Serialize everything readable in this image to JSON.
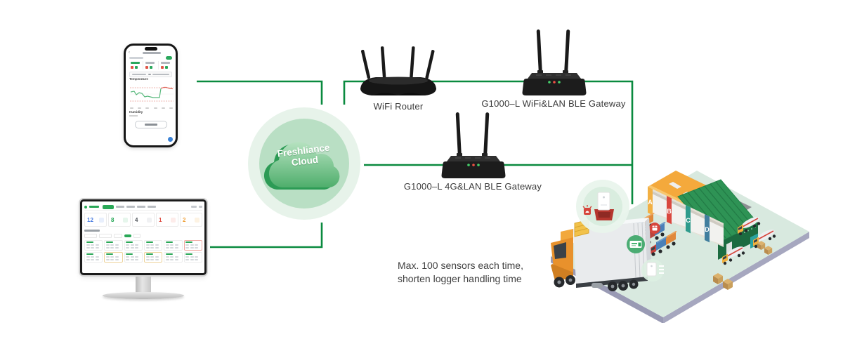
{
  "colors": {
    "connector": "#0a8a3f"
  },
  "cloud": {
    "line1": "Freshliance",
    "line2": "Cloud"
  },
  "devices": {
    "wifi_router": "WiFi Router",
    "gateway_wifi": "G1000–L WiFi&LAN BLE Gateway",
    "gateway_4g": "G1000–L 4G&LAN BLE Gateway"
  },
  "caption": {
    "line1": "Max. 100 sensors each time,",
    "line2": "shorten logger handling time"
  },
  "phone_app": {
    "temperature_label": "Temperature",
    "humidity_label": "Humidity"
  },
  "dashboard": {
    "stats": [
      {
        "value": "12"
      },
      {
        "value": "8"
      },
      {
        "value": "4"
      },
      {
        "value": "1"
      },
      {
        "value": "2"
      }
    ]
  },
  "warehouse": {
    "dock_letters": [
      "A",
      "B",
      "C",
      "D"
    ]
  }
}
